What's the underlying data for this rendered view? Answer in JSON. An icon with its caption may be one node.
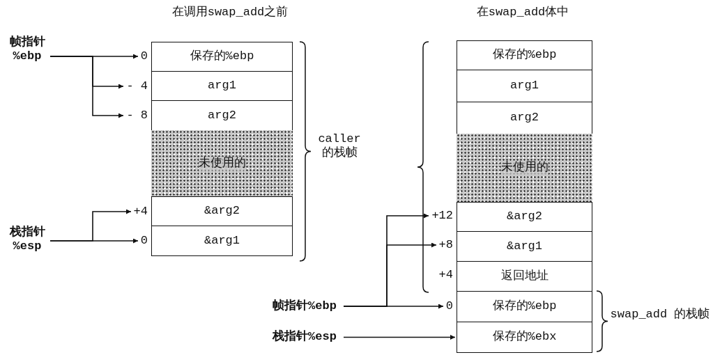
{
  "diagram": {
    "nodes": [
      {
        "text": [
          "帧指针 %ebp"
        ]
      },
      {
        "text": [
          "0"
        ]
      },
      {
        "text": [
          "保存的%ebp"
        ]
      },
      {
        "text": [
          "- 4"
        ]
      },
      {
        "text": [
          "arg1"
        ]
      },
      {
        "text": [
          "- 8"
        ]
      },
      {
        "text": [
          "arg2"
        ]
      },
      {
        "text": [
          "未使用的"
        ]
      },
      {
        "text": [
          "+4"
        ]
      },
      {
        "text": [
          "&arg2"
        ]
      },
      {
        "text": [
          "栈指针 %esp"
        ]
      },
      {
        "text": [
          "0"
        ]
      },
      {
        "text": [
          "&arg1"
        ]
      },
      {
        "text": [
          "保存的%ebp"
        ]
      },
      {
        "text": [
          "arg1"
        ]
      },
      {
        "text": [
          "arg2"
        ]
      },
      {
        "text": [
          "未使用的"
        ]
      },
      {
        "text": [
          "+12"
        ]
      },
      {
        "text": [
          "&arg2"
        ]
      },
      {
        "text": [
          "+8"
        ]
      },
      {
        "text": [
          "&arg1"
        ]
      },
      {
        "text": [
          "+4"
        ]
      },
      {
        "text": [
          "返回地址"
        ]
      },
      {
        "text": [
          "帧指针%ebp"
        ]
      },
      {
        "text": [
          "0"
        ]
      },
      {
        "text": [
          "保存的%ebp"
        ]
      },
      {
        "text": [
          "栈指针%esp"
        ]
      },
      {
        "text": [
          "保存的%ebx"
        ]
      }
    ],
    "edges": [
      {
        "from": 0,
        "to": 1,
        "arrow": "to"
      },
      {
        "from": 0,
        "to": 3,
        "arrow": "to"
      },
      {
        "from": 0,
        "to": 5,
        "arrow": "to"
      },
      {
        "from": 10,
        "to": 8,
        "arrow": "to"
      },
      {
        "from": 10,
        "to": 11,
        "arrow": "to"
      },
      {
        "from": 23,
        "to": 17,
        "arrow": "to"
      },
      {
        "from": 23,
        "to": 19,
        "arrow": "to"
      },
      {
        "from": 23,
        "to": 24,
        "arrow": "to"
      },
      {
        "from": 26,
        "to": 27,
        "arrow": "to"
      }
    ],
    "labels": [
      "在调用swap_add之前",
      "在swap_add体中",
      "caller 的栈帧",
      "swap_add 的栈帧"
    ]
  }
}
